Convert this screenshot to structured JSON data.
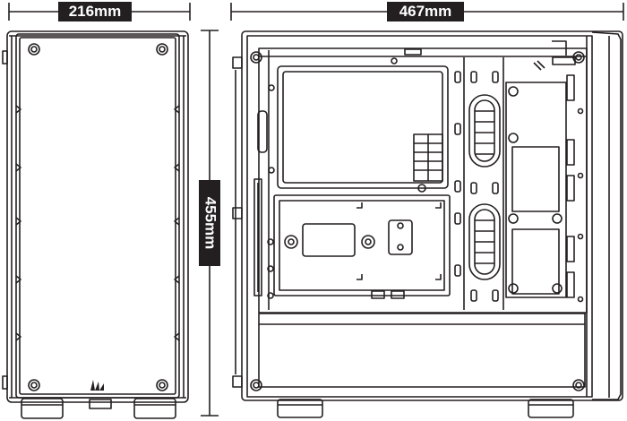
{
  "dimensions": {
    "width": "216mm",
    "depth": "467mm",
    "height": "455mm"
  },
  "colors": {
    "line": "#231f20",
    "fill": "#ffffff"
  }
}
